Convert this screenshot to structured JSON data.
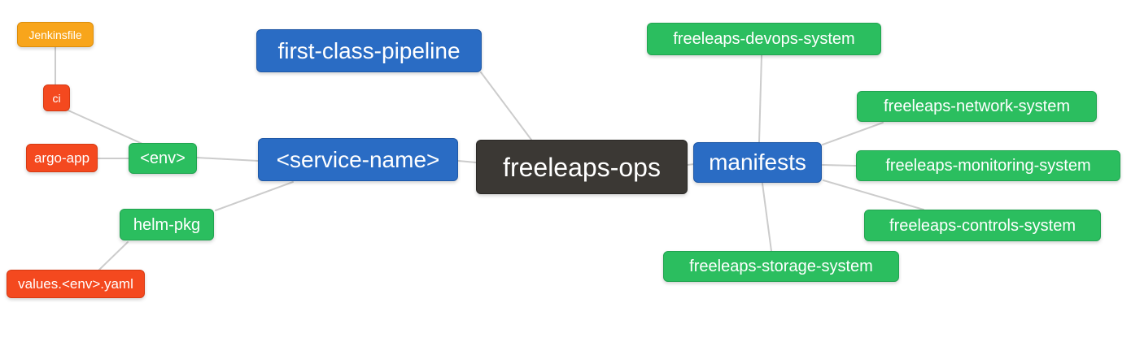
{
  "diagram": {
    "type": "mindmap",
    "root_id": "root"
  },
  "colors": {
    "root_fill": "#3b3834",
    "branch_fill": "#2a6cc4",
    "system_fill": "#2bbe5f",
    "file_fill": "#f4491f",
    "jenkins_fill": "#f8a51b",
    "edge_stroke": "#cccccc",
    "text": "#ffffff",
    "background": "#ffffff"
  },
  "nodes": {
    "root": {
      "label": "freeleaps-ops",
      "color": "dark",
      "level": 0
    },
    "first_class_pipeline": {
      "label": "first-class-pipeline",
      "color": "blue",
      "level": 1
    },
    "service_name": {
      "label": "<service-name>",
      "color": "blue",
      "level": 1
    },
    "manifests": {
      "label": "manifests",
      "color": "blue",
      "level": 1
    },
    "env": {
      "label": "<env>",
      "color": "green",
      "level": 2
    },
    "helm_pkg": {
      "label": "helm-pkg",
      "color": "green",
      "level": 2
    },
    "ci": {
      "label": "ci",
      "color": "red",
      "level": 3
    },
    "argo_app": {
      "label": "argo-app",
      "color": "red",
      "level": 3
    },
    "values_env_yaml": {
      "label": "values.<env>.yaml",
      "color": "red",
      "level": 3
    },
    "jenkinsfile": {
      "label": "Jenkinsfile",
      "color": "orange",
      "level": 4
    },
    "devops_system": {
      "label": "freeleaps-devops-system",
      "color": "green",
      "level": 2
    },
    "network_system": {
      "label": "freeleaps-network-system",
      "color": "green",
      "level": 2
    },
    "monitoring_system": {
      "label": "freeleaps-monitoring-system",
      "color": "green",
      "level": 2
    },
    "controls_system": {
      "label": "freeleaps-controls-system",
      "color": "green",
      "level": 2
    },
    "storage_system": {
      "label": "freeleaps-storage-system",
      "color": "green",
      "level": 2
    }
  },
  "edges": [
    {
      "from": "jenkinsfile",
      "to": "ci"
    },
    {
      "from": "ci",
      "to": "env"
    },
    {
      "from": "argo_app",
      "to": "env"
    },
    {
      "from": "env",
      "to": "service_name"
    },
    {
      "from": "helm_pkg",
      "to": "service_name"
    },
    {
      "from": "values_env_yaml",
      "to": "helm_pkg"
    },
    {
      "from": "first_class_pipeline",
      "to": "root"
    },
    {
      "from": "service_name",
      "to": "root"
    },
    {
      "from": "root",
      "to": "manifests"
    },
    {
      "from": "manifests",
      "to": "devops_system"
    },
    {
      "from": "manifests",
      "to": "network_system"
    },
    {
      "from": "manifests",
      "to": "monitoring_system"
    },
    {
      "from": "manifests",
      "to": "controls_system"
    },
    {
      "from": "manifests",
      "to": "storage_system"
    }
  ]
}
